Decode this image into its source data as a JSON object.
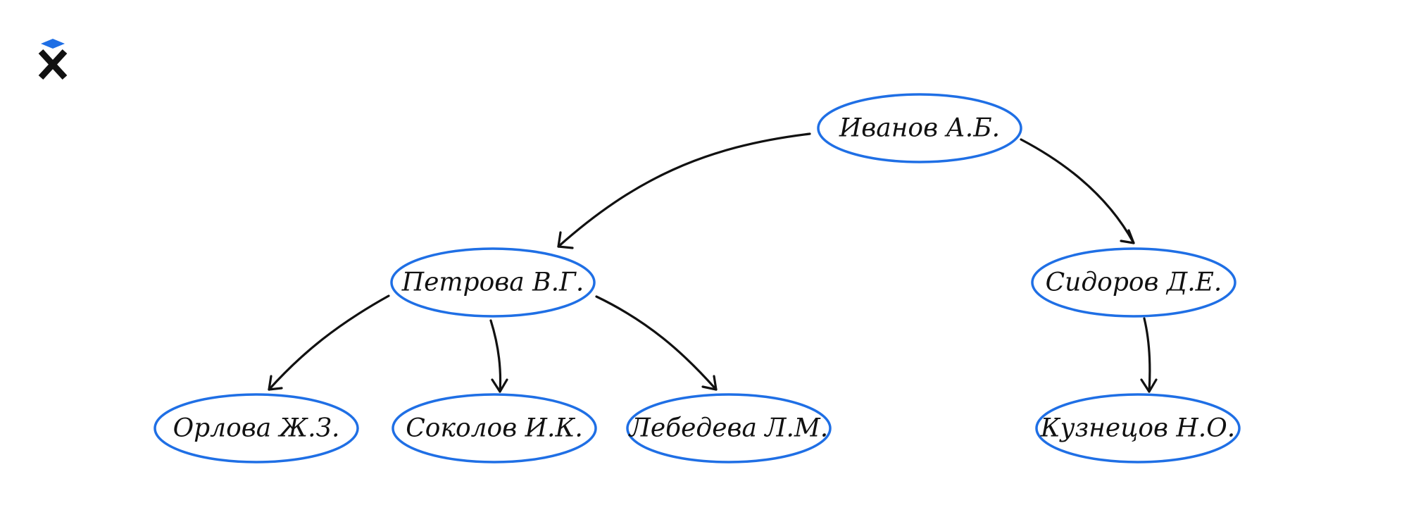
{
  "logo": {
    "icon": "x-logo-icon",
    "colors": {
      "accent": "#1f6fe5",
      "mark": "#111111"
    }
  },
  "diagram": {
    "colors": {
      "node_border": "#1f6fe5",
      "edge": "#111111",
      "text": "#111111",
      "background": "#ffffff"
    },
    "nodes": [
      {
        "id": "n1",
        "label": "Иванов А.Б."
      },
      {
        "id": "n2",
        "label": "Петрова В.Г."
      },
      {
        "id": "n3",
        "label": "Сидоров Д.Е."
      },
      {
        "id": "n4",
        "label": "Орлова Ж.З."
      },
      {
        "id": "n5",
        "label": "Соколов И.К."
      },
      {
        "id": "n6",
        "label": "Лебедева Л.М."
      },
      {
        "id": "n7",
        "label": "Кузнецов Н.О."
      }
    ],
    "edges": [
      {
        "from": "n1",
        "to": "n2"
      },
      {
        "from": "n1",
        "to": "n3"
      },
      {
        "from": "n2",
        "to": "n4"
      },
      {
        "from": "n2",
        "to": "n5"
      },
      {
        "from": "n2",
        "to": "n6"
      },
      {
        "from": "n3",
        "to": "n7"
      }
    ]
  }
}
